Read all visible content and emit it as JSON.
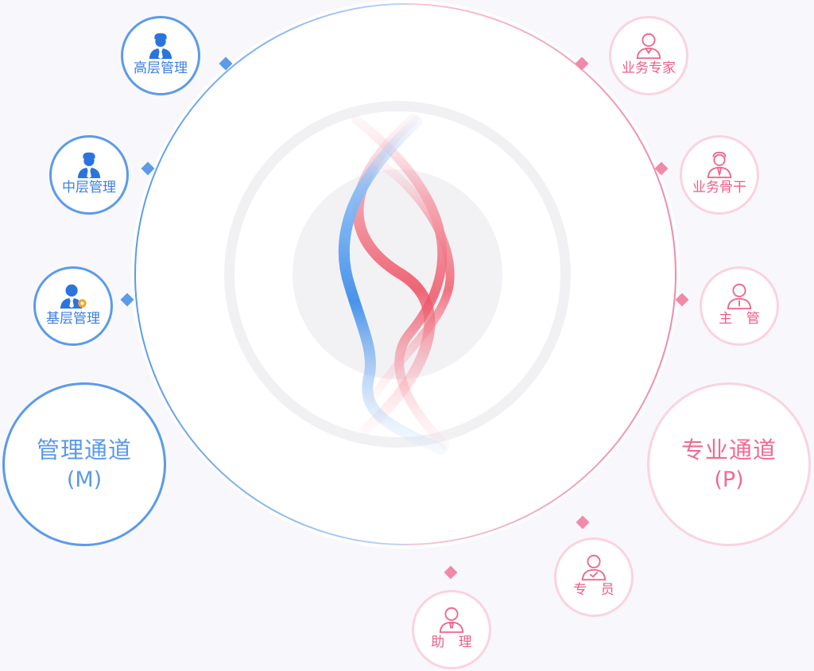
{
  "management_channel": {
    "title": "管理通道",
    "code": "(M)",
    "color": "#5b9bea",
    "levels": [
      {
        "label": "高层管理",
        "icon": "manager-tie-icon"
      },
      {
        "label": "中层管理",
        "icon": "manager-tie-icon"
      },
      {
        "label": "基层管理",
        "icon": "manager-gear-icon"
      }
    ]
  },
  "professional_channel": {
    "title": "专业通道",
    "code": "(P)",
    "color": "#f08aa8",
    "levels": [
      {
        "label": "业务专家",
        "icon": "expert-user-icon"
      },
      {
        "label": "业务骨干",
        "icon": "backbone-user-icon"
      },
      {
        "label": "主 管",
        "icon": "supervisor-user-icon"
      },
      {
        "label": "专 员",
        "icon": "specialist-user-icon"
      },
      {
        "label": "助 理",
        "icon": "assistant-user-icon"
      }
    ]
  },
  "center": {
    "icon": "dna-helix-icon"
  }
}
